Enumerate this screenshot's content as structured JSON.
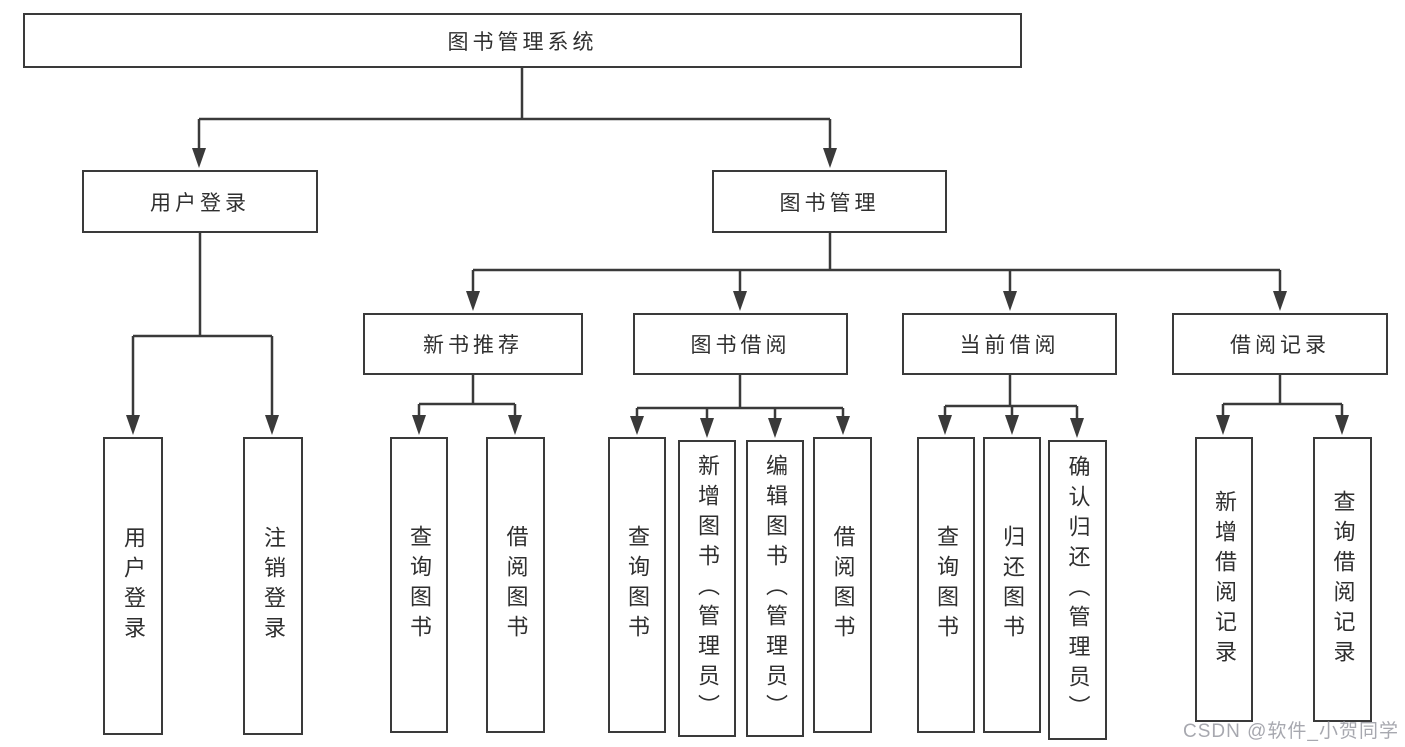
{
  "diagram": {
    "root": {
      "label": "图书管理系统"
    },
    "branches": {
      "user_login": {
        "label": "用户登录",
        "children": [
          "用户登录",
          "注销登录"
        ]
      },
      "book_management": {
        "label": "图书管理",
        "sections": {
          "new_book_recommend": {
            "label": "新书推荐",
            "children": [
              "查询图书",
              "借阅图书"
            ]
          },
          "book_borrow": {
            "label": "图书借阅",
            "children": [
              "查询图书",
              "新增图书（管理员）",
              "编辑图书（管理员）",
              "借阅图书"
            ]
          },
          "current_borrow": {
            "label": "当前借阅",
            "children": [
              "查询图书",
              "归还图书",
              "确认归还（管理员）"
            ]
          },
          "borrow_record": {
            "label": "借阅记录",
            "children": [
              "新增借阅记录",
              "查询借阅记录"
            ]
          }
        }
      }
    }
  },
  "watermark": {
    "text": "CSDN @软件_小贺同学"
  },
  "colors": {
    "line": "#3a3a3a",
    "text": "#2f2f2f",
    "background": "#ffffff",
    "watermark": "#989aa2"
  }
}
